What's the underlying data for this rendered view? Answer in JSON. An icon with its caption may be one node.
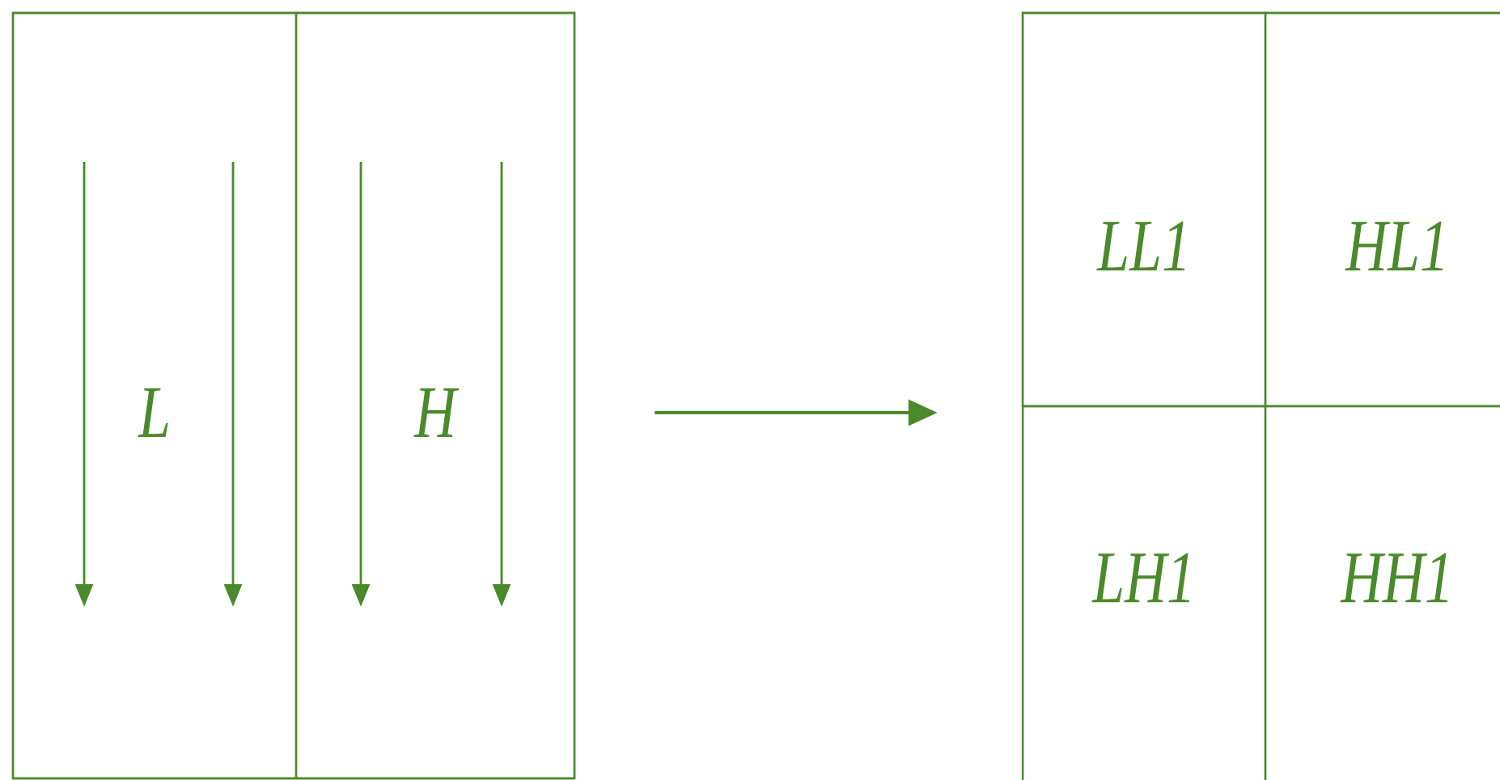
{
  "diagram": {
    "nodes": [
      {
        "text": [],
        "shape": "box"
      },
      {
        "text": [
          "L"
        ],
        "in": 0
      },
      {
        "text": [
          "H"
        ],
        "in": 0
      },
      {
        "text": [],
        "shape": "box"
      },
      {
        "text": [
          "LL1"
        ],
        "in": 3
      },
      {
        "text": [
          "HL1"
        ],
        "in": 3
      },
      {
        "text": [
          "LH1"
        ],
        "in": 3
      },
      {
        "text": [
          "HH1"
        ],
        "in": 3
      }
    ],
    "edges": [
      {
        "from": 0,
        "to": 3,
        "arrow": "to"
      }
    ]
  }
}
